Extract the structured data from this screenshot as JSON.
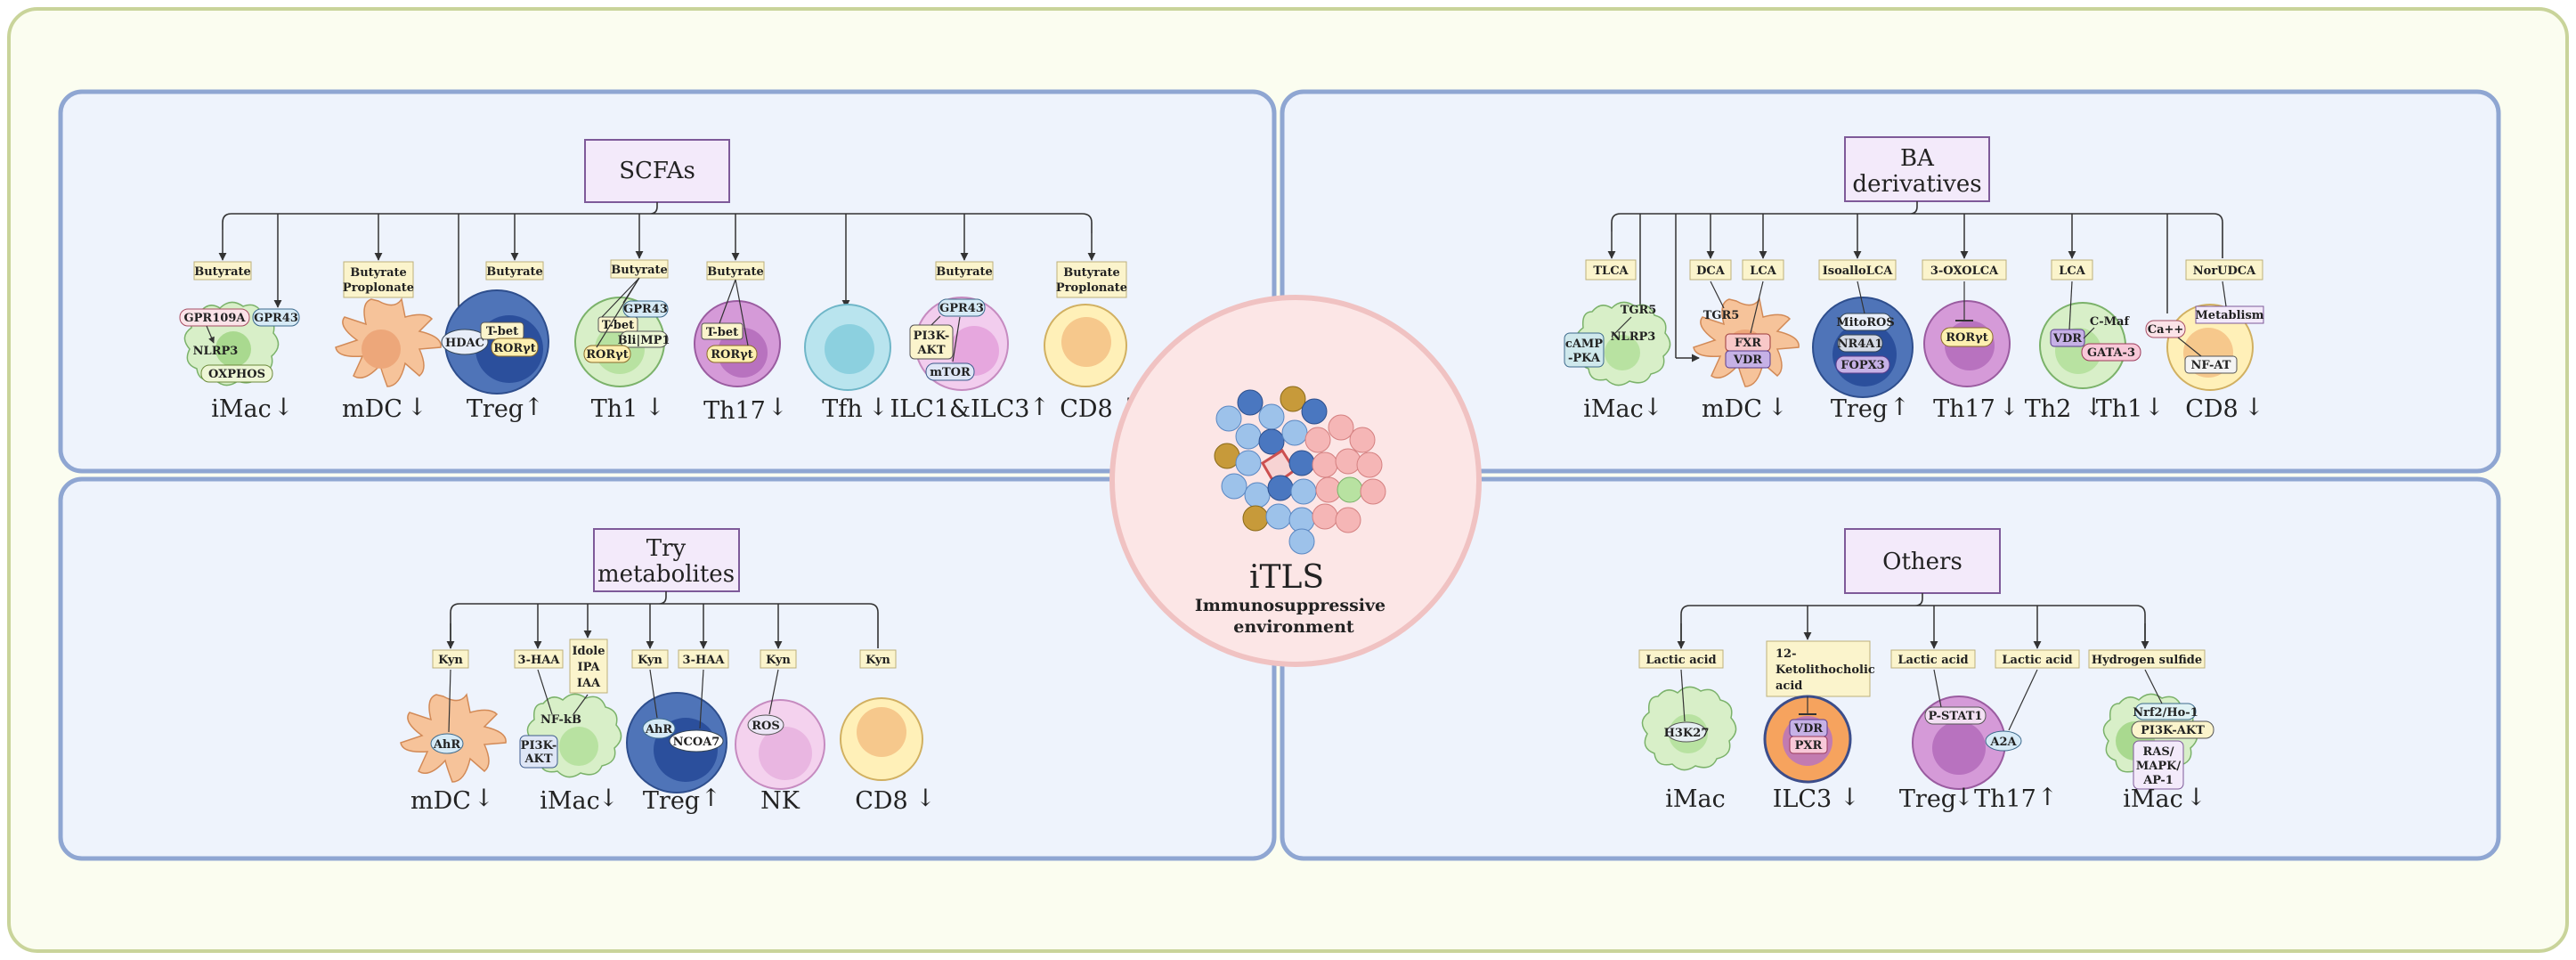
{
  "center": {
    "title": "iTLS",
    "subtitle_line1": "Immunosuppressive",
    "subtitle_line2": "environment"
  },
  "panels": {
    "scfa": {
      "title": "SCFAs",
      "labels": {
        "imac_but": "Butyrate",
        "mdc_l1": "Butyrate",
        "mdc_l2": "Proplonate",
        "treg_but": "Butyrate",
        "th1_but": "Butyrate",
        "th17_but": "Butyrate",
        "ilc_but": "Butyrate",
        "cd8_l1": "Butyrate",
        "cd8_l2": "Proplonate"
      },
      "molecules": {
        "gpr109a": "GPR109A",
        "gpr43_a": "GPR43",
        "nlrp3": "NLRP3",
        "oxphos": "OXPHOS",
        "hdac": "HDAC",
        "tbet_a": "T-bet",
        "roryt_a": "RORγt",
        "tbet_b": "T-bet",
        "gpr43_b": "GPR43",
        "blimp1": "Bli|MP1",
        "roryt_b": "RORγt",
        "tbet_c": "T-bet",
        "roryt_c": "RORγt",
        "gpr43_c": "GPR43",
        "pi3k_l1": "PI3K-",
        "pi3k_l2": "AKT",
        "mtor": "mTOR"
      },
      "cells": {
        "imac": "iMac",
        "mdc": "mDC",
        "treg": "Treg",
        "th1": "Th1",
        "th17": "Th17",
        "tfh": "Tfh",
        "ilc": "ILC1&ILC3",
        "cd8": "CD8"
      }
    },
    "ba": {
      "title_l1": "BA",
      "title_l2": "derivatives",
      "labels": {
        "tlca": "TLCA",
        "dca": "DCA",
        "lca_a": "LCA",
        "isoallolca": "IsoalloLCA",
        "oxolca": "3-OXOLCA",
        "lca_b": "LCA",
        "norudca": "NorUDCA"
      },
      "molecules": {
        "tgr5_a": "TGR5",
        "camp_l1": "cAMP",
        "camp_l2": "-PKA",
        "nlrp3": "NLRP3",
        "tgr5_b": "TGR5",
        "fxr": "FXR",
        "vdr_a": "VDR",
        "mitoros": "MitoROS",
        "nr4a1": "NR4A1",
        "fopx3": "FOPX3",
        "roryt": "RORγt",
        "cmaf": "C-Maf",
        "vdr_b": "VDR",
        "gata3": "GATA-3",
        "ca": "Ca++",
        "metab": "Metablism",
        "nfat": "NF-AT"
      },
      "cells": {
        "imac": "iMac",
        "mdc": "mDC",
        "treg": "Treg",
        "th17": "Th17",
        "th2": "Th2",
        "th1": "Th1",
        "cd8": "CD8"
      }
    },
    "try": {
      "title_l1": "Try",
      "title_l2": "metabolites",
      "labels": {
        "kyn_a": "Kyn",
        "haa_a": "3-HAA",
        "idole_l1": "Idole",
        "idole_l2": "IPA",
        "idole_l3": "IAA",
        "kyn_b": "Kyn",
        "haa_b": "3-HAA",
        "kyn_c": "Kyn",
        "kyn_d": "Kyn"
      },
      "molecules": {
        "ahr_a": "AhR",
        "nfkb": "NF-kB",
        "pi3k_l1": "PI3K-",
        "pi3k_l2": "AKT",
        "ahr_b": "AhR",
        "ncoa7": "NCOA7",
        "ros": "ROS"
      },
      "cells": {
        "mdc": "mDC",
        "imac": "iMac",
        "treg": "Treg",
        "nk": "NK",
        "cd8": "CD8"
      }
    },
    "others": {
      "title": "Others",
      "labels": {
        "lactic_a": "Lactic acid",
        "keto_l1": "12-",
        "keto_l2": "Ketolithocholic",
        "keto_l3": "acid",
        "lactic_b": "Lactic acid",
        "lactic_c": "Lactic acid",
        "h2s": "Hydrogen sulfide"
      },
      "molecules": {
        "h3k27": "H3K27",
        "vdr": "VDR",
        "pxr": "PXR",
        "pstat1": "P-STAT1",
        "a2a": "A2A",
        "nrf2": "Nrf2/Ho-1",
        "pi3k": "PI3K-AKT",
        "ras_l1": "RAS/",
        "ras_l2": "MAPK/",
        "ras_l3": "AP-1"
      },
      "cells": {
        "imac_a": "iMac",
        "ilc3": "ILC3",
        "treg": "Treg",
        "th17": "Th17",
        "imac_b": "iMac"
      }
    }
  },
  "colors": {
    "outer_bg": "#fbfdf0",
    "outer_border": "#c9d49a",
    "panel_bg": "#eef3fc",
    "panel_border": "#8fa6d2",
    "title_box_bg": "#f3eafa",
    "title_box_border": "#7e5a99",
    "label_bg": "#fbf4cc",
    "label_border": "#bdb07a",
    "treg_blue": "#4f74b8",
    "mdc_orange": "#f6c39a",
    "imac_green": "#d8efc8",
    "th17_purple": "#d59ad8",
    "tfh_cyan": "#b9e4ee",
    "cd8_yellow": "#fff0b8",
    "nk_pink": "#f4d2ee"
  }
}
